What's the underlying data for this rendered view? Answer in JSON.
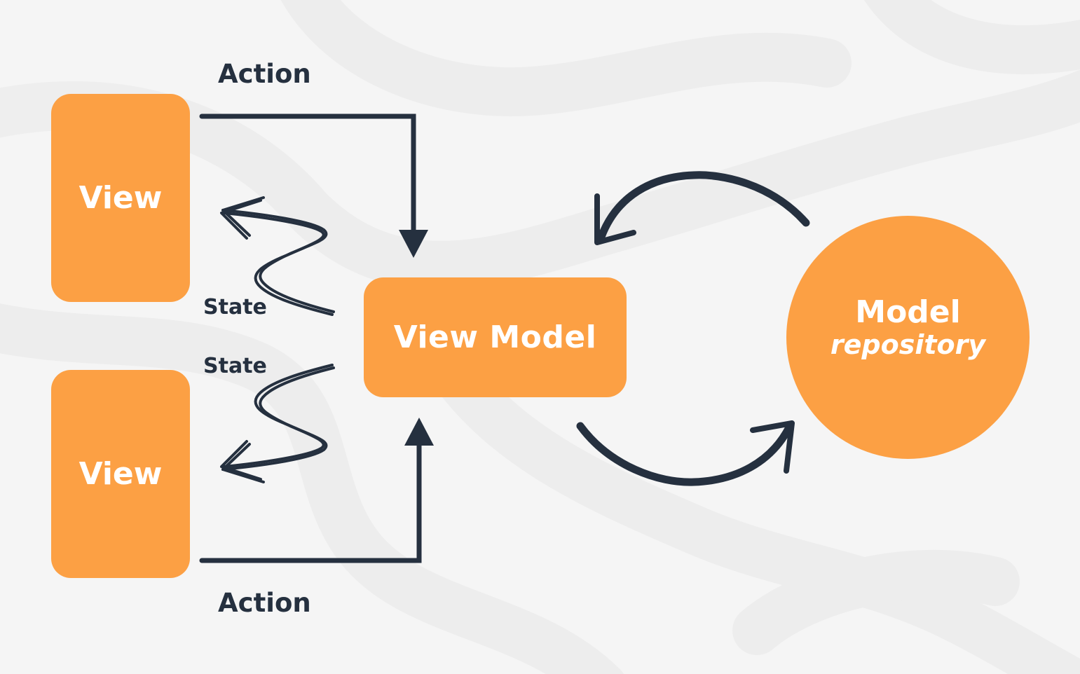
{
  "colors": {
    "background": "#f5f5f5",
    "swirl": "#ececec",
    "box_fill": "#fca044",
    "box_text": "#ffffff",
    "line": "#25303f"
  },
  "nodes": {
    "view_top": "View",
    "view_bottom": "View",
    "view_model": "View Model",
    "model_title": "Model",
    "model_subtitle": "repository"
  },
  "labels": {
    "action_top": "Action",
    "action_bottom": "Action",
    "state_top": "State",
    "state_bottom": "State"
  }
}
